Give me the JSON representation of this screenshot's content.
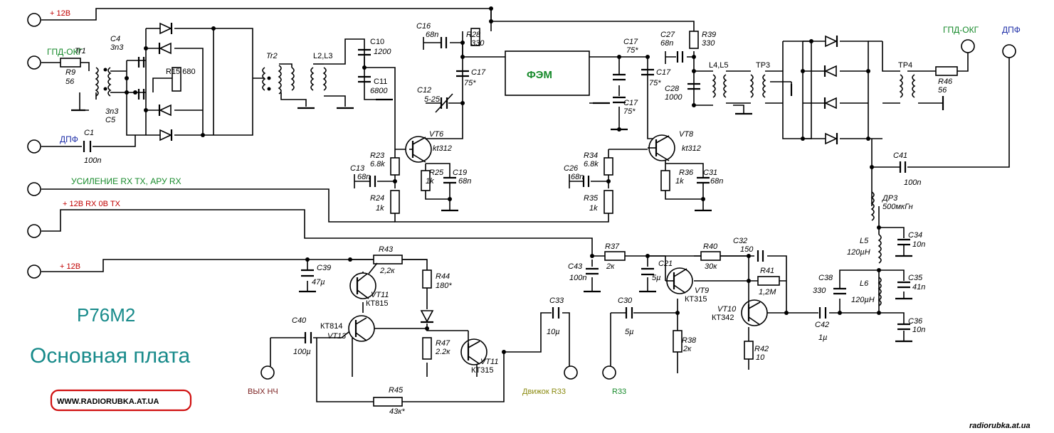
{
  "title": "Р76М2",
  "subtitle": "Основная плата",
  "website_box": "WWW.RADIORUBKA.AT.UA",
  "watermark": "radiorubka.at.ua",
  "terminals": {
    "t1": "+ 12В",
    "t2": "ГПД-ОКГ",
    "t3": "ДПФ",
    "t4": "УСИЛЕНИЕ RX TX, АРУ RX",
    "t5": "+ 12В RX 0В TX",
    "t6": "+ 12В",
    "t7": "ВЫХ НЧ",
    "t8": "Движок R33",
    "t9": "R33",
    "t10": "ГПД-ОКГ",
    "t11": "ДПФ"
  },
  "fem_label": "ФЭМ",
  "components": {
    "R9": "R9",
    "R9v": "56",
    "Tr1": "Tr1",
    "Tr2": "Tr2",
    "C4": "C4",
    "C4v": "3n3",
    "C5": "C5",
    "C5v": "3n3",
    "R15": "R15 680",
    "C1": "C1",
    "C1v": "100n",
    "L2L3": "L2,L3",
    "C10": "C10",
    "C10v": "1200",
    "C11": "C11",
    "C11v": "6800",
    "C16": "C16",
    "C16v": "68n",
    "R28": "R28",
    "R28v": "330",
    "C17a": "C17",
    "C17av": "75*",
    "C12": "C12",
    "C12v": "5-25",
    "C17b": "C17",
    "C17bv": "75*",
    "C17c": "C17",
    "C17cv": "75*",
    "C17d": "C17",
    "C17dv": "75*",
    "C27": "C27",
    "C27v": "68n",
    "R39": "R39",
    "R39v": "330",
    "L4L5": "L4,L5",
    "C28": "C28",
    "C28v": "1000",
    "TP3": "TP3",
    "TP4": "TP4",
    "R46": "R46",
    "R46v": "56",
    "VT6": "VT6",
    "VT6t": "kt312",
    "VT8": "VT8",
    "VT8t": "kt312",
    "R23": "R23",
    "R23v": "6.8k",
    "C13": "C13",
    "C13v": "68n",
    "R24": "R24",
    "R24v": "1k",
    "R25": "R25",
    "R25v": "1k",
    "C19": "C19",
    "C19v": "68n",
    "R34": "R34",
    "R34v": "6.8k",
    "C26": "C26",
    "C26v": "68n",
    "R35": "R35",
    "R35v": "1k",
    "R36": "R36",
    "R36v": "1k",
    "C31": "C31",
    "C31v": "68n",
    "C41": "C41",
    "C41v": "100n",
    "DR3": "ДР3",
    "DR3v": "500мкГн",
    "L5": "L5",
    "L5v": "120µH",
    "C34": "C34",
    "C34v": "10n",
    "C35": "C35",
    "C35v": "41n",
    "C38": "C38",
    "C38v": "330",
    "L6": "L6",
    "L6v": "120µH",
    "C36": "C36",
    "C36v": "10n",
    "C39": "C39",
    "C39v": "47µ",
    "R43": "R43",
    "R43v": "2,2к",
    "R44": "R44",
    "R44v": "180*",
    "VT11a": "VT11",
    "VT11at": "КТ815",
    "KT814": "КТ814",
    "VT13": "VT13",
    "C40": "C40",
    "C40v": "100µ",
    "R47": "R47",
    "R47v": "2.2к",
    "VT11b": "VT11",
    "VT11bt": "КТ315",
    "R45": "R45",
    "R45v": "43к*",
    "C33": "C33",
    "C33v": "10µ",
    "C43": "C43",
    "C43v": "100n",
    "R37": "R37",
    "R37v": "2к",
    "C21": "C21",
    "C21v": "5µ",
    "R40": "R40",
    "R40v": "30к",
    "C32": "C32",
    "C32v": "150",
    "VT9": "VT9",
    "VT9t": "КТ315",
    "R41": "R41",
    "R41v": "1,2М",
    "C30": "C30",
    "C30v": "5µ",
    "R38": "R38",
    "R38v": "2к",
    "VT10": "VT10",
    "VT10t": "КТ342",
    "R42": "R42",
    "R42v": "10",
    "C42": "C42",
    "C42v": "1µ"
  }
}
